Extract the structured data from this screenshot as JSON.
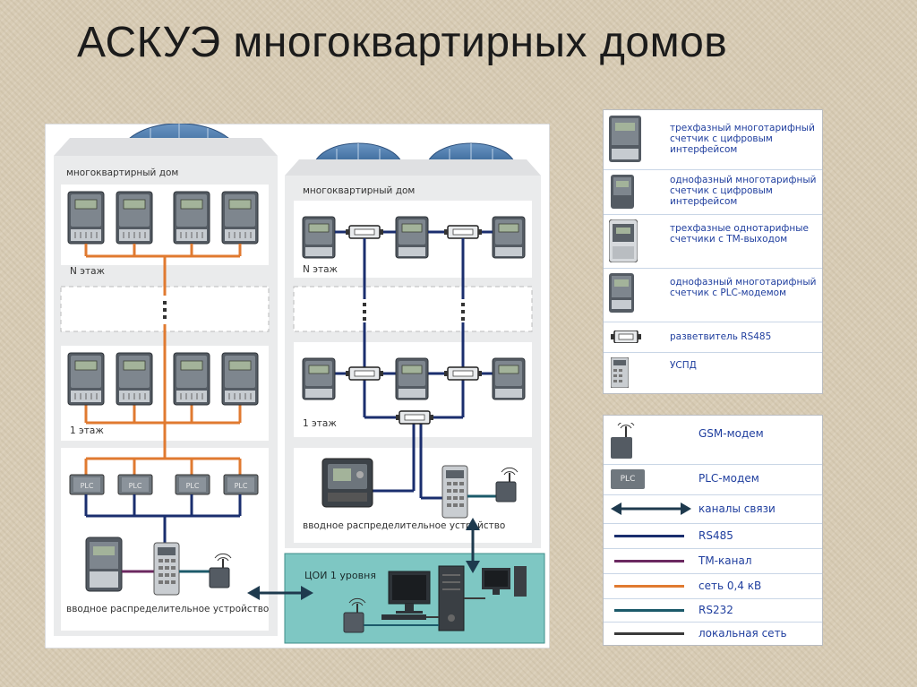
{
  "title": "АСКУЭ многоквартирных домов",
  "diagram": {
    "left_building": {
      "label": "многоквартирный дом",
      "floor_top": "N этаж",
      "floor_bottom": "1 этаж",
      "plc_label": "PLC",
      "switchboard": "вводное распределительное устройство"
    },
    "right_building": {
      "label": "многоквартирный дом",
      "floor_top": "N этаж",
      "floor_bottom": "1 этаж",
      "switchboard": "вводное распределительное устройство"
    },
    "center": {
      "label": "ЦОИ 1 уровня"
    }
  },
  "legend_devices": [
    {
      "icon": "three-phase-multitariff-meter-icon",
      "text": "трехфазный многотарифный счетчик с цифровым интерфейсом"
    },
    {
      "icon": "single-phase-multitariff-meter-icon",
      "text": "однофазный многотарифный счетчик с цифровым интерфейсом"
    },
    {
      "icon": "three-phase-single-tariff-meter-icon",
      "text": "трехфазные однотарифные счетчики с ТМ-выходом"
    },
    {
      "icon": "single-phase-plc-meter-icon",
      "text": "однофазный многотарифный счетчик с PLC-модемом"
    },
    {
      "icon": "rs485-splitter-icon",
      "text": "разветвитель RS485"
    },
    {
      "icon": "uspd-icon",
      "text": "УСПД"
    }
  ],
  "legend_comm": [
    {
      "icon": "gsm-modem-icon",
      "text": "GSM-модем"
    },
    {
      "icon": "plc-modem-icon",
      "text": "PLC-модем",
      "device_label": "PLC"
    },
    {
      "icon": "double-arrow-icon",
      "text": "каналы связи",
      "color": "#1e3a4e"
    },
    {
      "icon": "line-rs485",
      "text": "RS485",
      "color": "#1a2e6e"
    },
    {
      "icon": "line-tm",
      "text": "ТМ-канал",
      "color": "#6b2860"
    },
    {
      "icon": "line-power",
      "text": "сеть 0,4 кВ",
      "color": "#e07a30"
    },
    {
      "icon": "line-rs232",
      "text": "RS232",
      "color": "#1c5a6a"
    },
    {
      "icon": "line-lan",
      "text": "локальная сеть",
      "color": "#3a3a3a"
    }
  ],
  "colors": {
    "rs485": "#1a2e6e",
    "tm": "#6b2860",
    "power": "#e07a30",
    "rs232": "#1c5a6a",
    "lan": "#3a3a3a",
    "center_fill": "#7ec7c3",
    "legend_text": "#1f3e9e"
  }
}
